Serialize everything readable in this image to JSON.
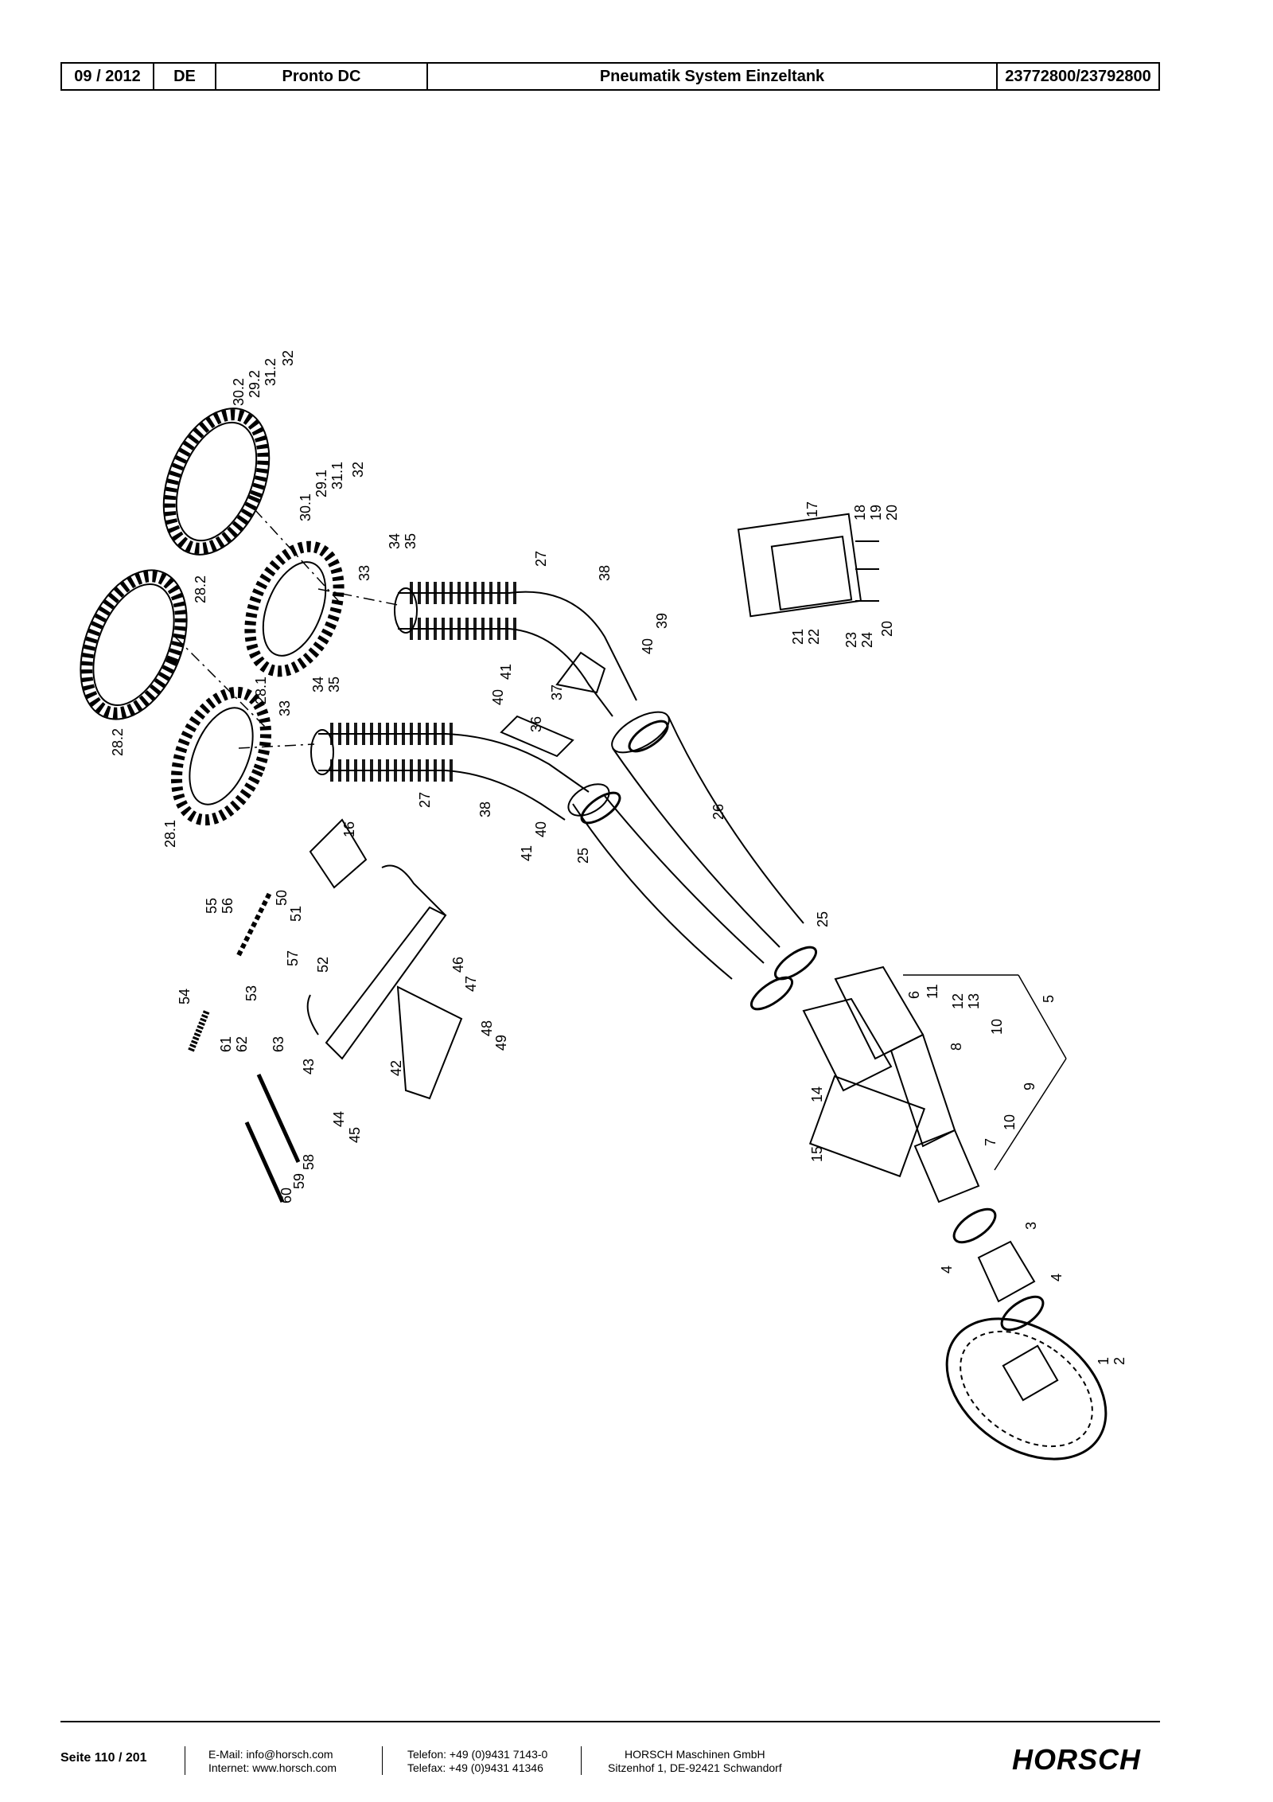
{
  "header": {
    "date": "09 / 2012",
    "lang": "DE",
    "model": "Pronto DC",
    "title": "Pneumatik System Einzeltank",
    "part_numbers": "23772800/23792800"
  },
  "callouts": [
    "1",
    "2",
    "3",
    "4",
    "4",
    "5",
    "6",
    "7",
    "8",
    "9",
    "10",
    "10",
    "11",
    "12",
    "13",
    "14",
    "15",
    "16",
    "17",
    "18",
    "19",
    "20",
    "20",
    "21",
    "22",
    "23",
    "24",
    "25",
    "25",
    "26",
    "27",
    "27",
    "28.1",
    "28.1",
    "28.2",
    "28.2",
    "29.1",
    "29.2",
    "30.1",
    "30.2",
    "31.1",
    "31.2",
    "32",
    "32",
    "33",
    "33",
    "34",
    "34",
    "35",
    "35",
    "36",
    "37",
    "38",
    "38",
    "39",
    "40",
    "40",
    "40",
    "41",
    "41",
    "42",
    "43",
    "44",
    "45",
    "46",
    "47",
    "48",
    "49",
    "50",
    "51",
    "52",
    "53",
    "54",
    "55",
    "56",
    "57",
    "58",
    "59",
    "60",
    "61",
    "62",
    "63"
  ],
  "footer": {
    "page": "Seite 110 / 201",
    "email": "E-Mail: info@horsch.com",
    "internet": "Internet: www.horsch.com",
    "phone": "Telefon: +49 (0)9431 7143-0",
    "fax": "Telefax: +49 (0)9431 41346",
    "company": "HORSCH Maschinen GmbH",
    "address": "Sitzenhof 1, DE-92421 Schwandorf",
    "logo": "HORSCH"
  }
}
